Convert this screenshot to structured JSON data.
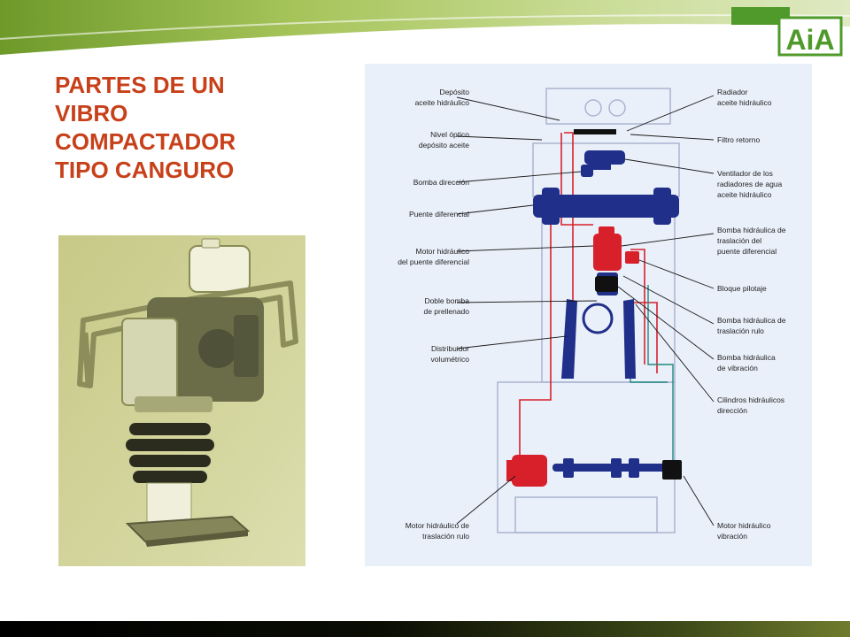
{
  "slide": {
    "title_lines": [
      "PARTES DE UN",
      "VIBRO",
      "COMPACTADOR",
      "TIPO CANGURO"
    ],
    "logo_text": "AiA"
  },
  "diagram": {
    "labels_left": [
      {
        "id": "deposito",
        "text": "Depósito\naceite hidráulico"
      },
      {
        "id": "nivel",
        "text": "Nivel óptico\ndepósito aceite"
      },
      {
        "id": "bomba-direccion",
        "text": "Bomba dirección"
      },
      {
        "id": "puente",
        "text": "Puente diferencial"
      },
      {
        "id": "motor-puente",
        "text": "Motor hidráulico\ndel puente diferencial"
      },
      {
        "id": "doble-bomba",
        "text": "Doble bomba\nde prellenado"
      },
      {
        "id": "distribuidor",
        "text": "Distribuidor\nvolumétrico"
      },
      {
        "id": "motor-rulo",
        "text": "Motor hidráulico de\ntraslación rulo"
      }
    ],
    "labels_right": [
      {
        "id": "radiador",
        "text": "Radiador\naceite hidráulico"
      },
      {
        "id": "filtro",
        "text": "Filtro retorno"
      },
      {
        "id": "ventilador",
        "text": "Ventilador de los\nradiadores de agua\naceite hidráulico"
      },
      {
        "id": "bomba-traslacion-puente",
        "text": "Bomba hidráulica de\ntraslación del\npuente diferencial"
      },
      {
        "id": "bloque",
        "text": "Bloque pilotaje"
      },
      {
        "id": "bomba-traslacion-rulo",
        "text": "Bomba hidráulica de\ntraslación rulo"
      },
      {
        "id": "bomba-vibracion",
        "text": "Bomba hidráulica\nde vibración"
      },
      {
        "id": "cilindros",
        "text": "Cilindros hidráulicos\ndirección"
      },
      {
        "id": "motor-vibracion",
        "text": "Motor hidráulico\nvibración"
      }
    ]
  },
  "colors": {
    "title": "#c8401a",
    "logo_green": "#4f9a2a",
    "header_green": "#8fb23c",
    "hydraulic_red": "#d8202a",
    "component_blue": "#1f2f8a",
    "photo_tint": "#d4d6a2"
  }
}
